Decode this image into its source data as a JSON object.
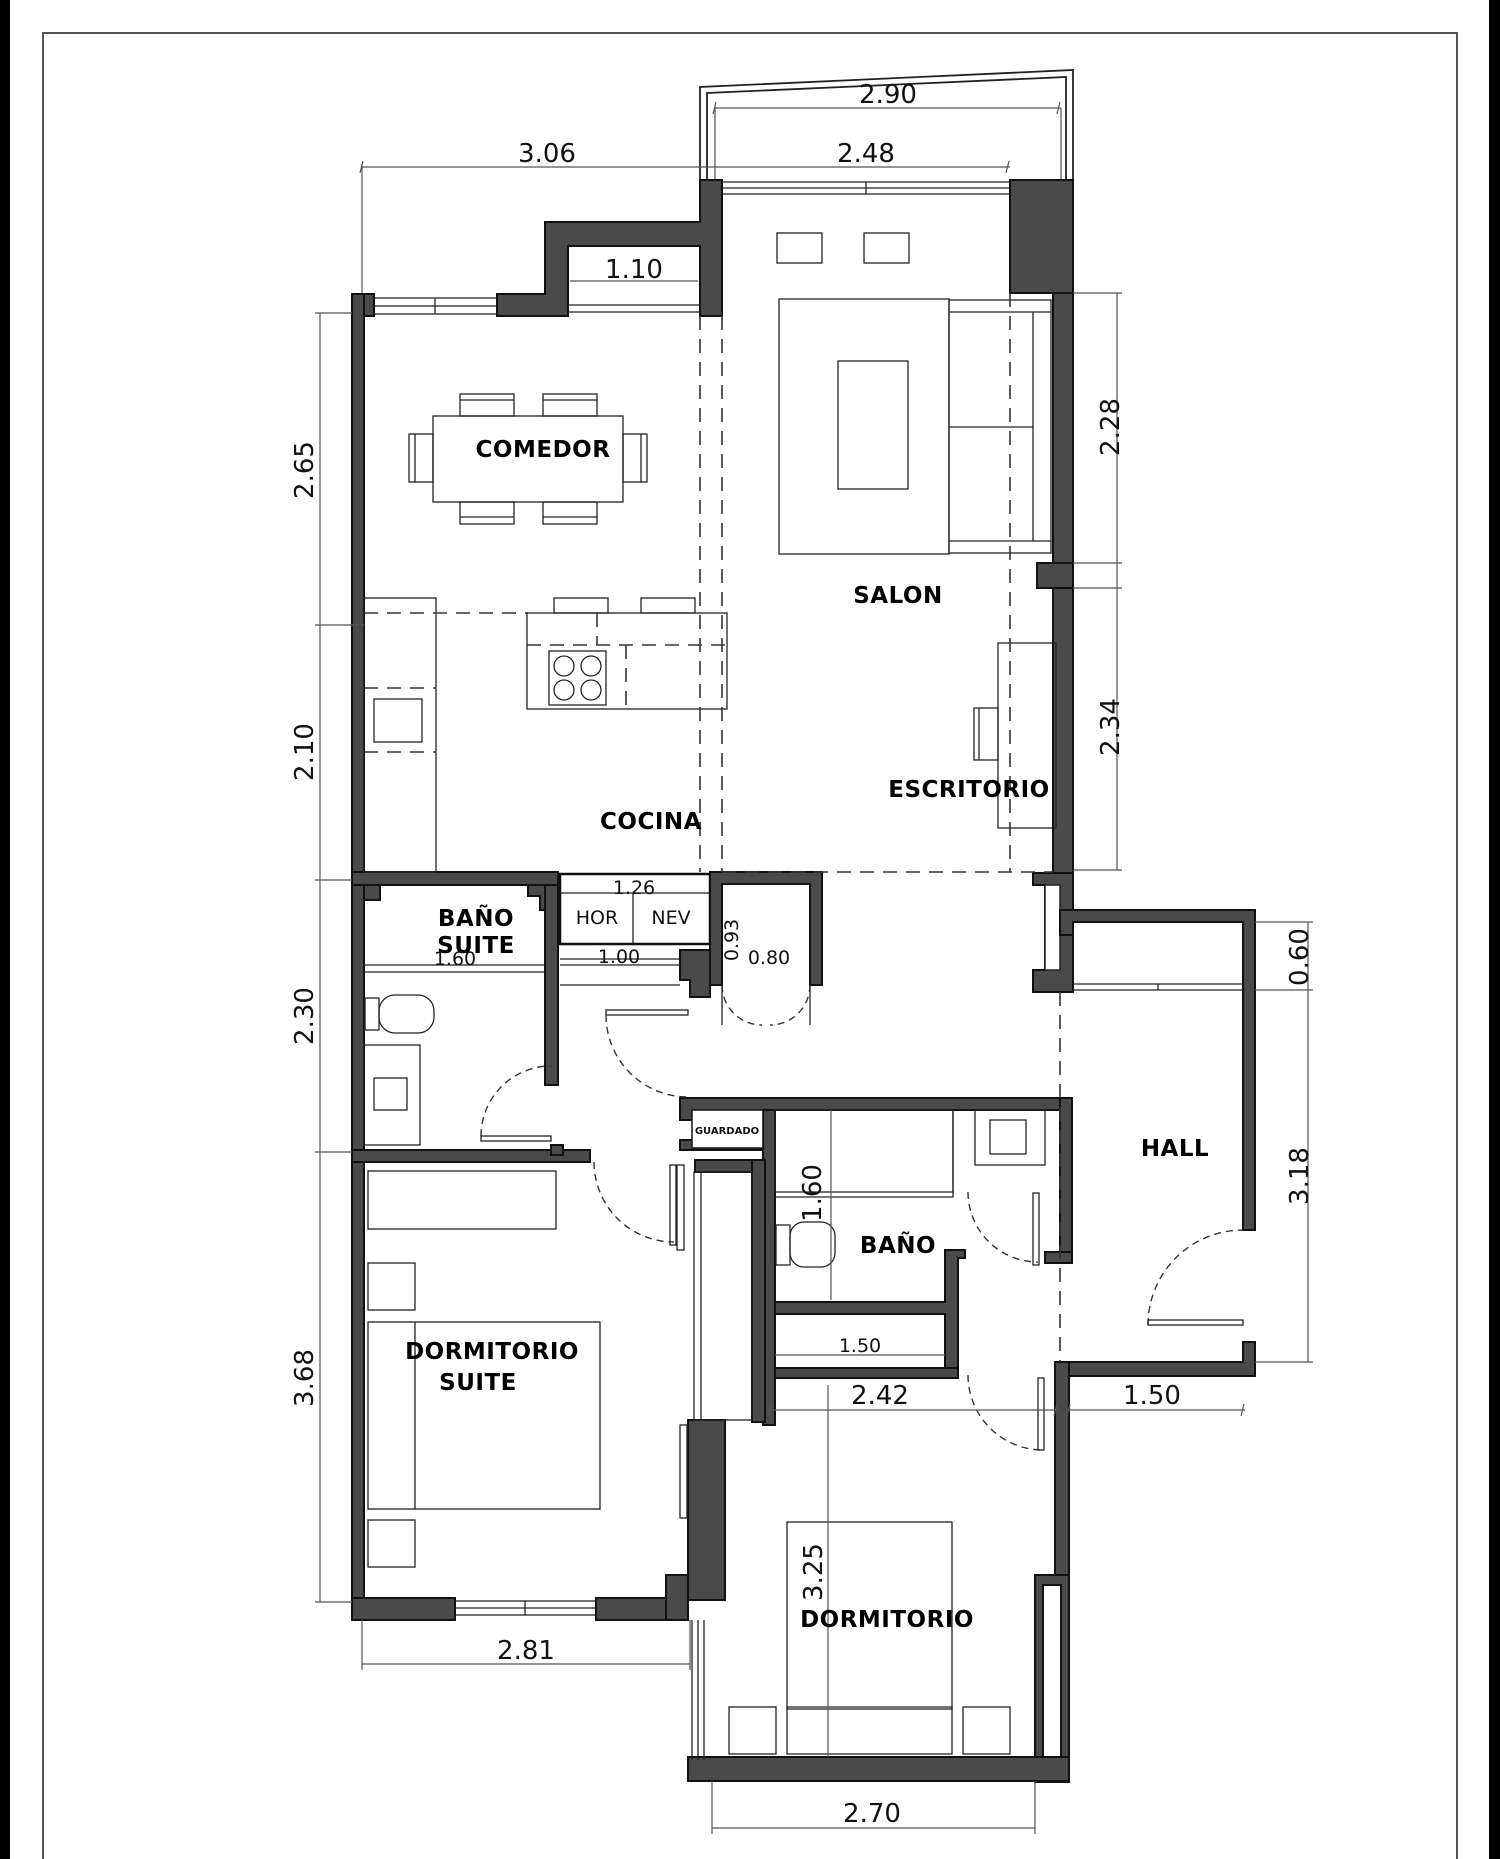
{
  "plan": {
    "rooms": {
      "comedor": "COMEDOR",
      "salon": "SALON",
      "cocina": "COCINA",
      "escritorio": "ESCRITORIO",
      "bano_suite_line1": "BAÑO",
      "bano_suite_line2": "SUITE",
      "hall": "HALL",
      "bano": "BAÑO",
      "dormitorio_suite_line1": "DORMITORIO",
      "dormitorio_suite_line2": "SUITE",
      "dormitorio": "DORMITORIO",
      "guardado": "GUARDADO"
    },
    "appliances": {
      "horno": "HOR",
      "nevera": "NEV"
    },
    "dimensions": {
      "top_left_width": "3.06",
      "top_balcony_outer": "2.90",
      "top_salon_width": "2.48",
      "window_recess": "1.10",
      "left_comedor_height": "2.65",
      "left_cocina_height": "2.10",
      "left_bano_suite_height": "2.30",
      "left_dormitorio_suite_height": "3.68",
      "right_salon_height": "2.28",
      "right_escritorio_height": "2.34",
      "right_hall_top": "0.60",
      "right_hall_height": "3.18",
      "appliance_width": "1.26",
      "bano_suite_width": "1.60",
      "pantry_width": "1.00",
      "closet_depth": "0.93",
      "closet_width": "0.80",
      "bano_depth": "1.60",
      "bano_closet_width": "1.50",
      "dormitorio_width_top": "2.42",
      "hall_width": "1.50",
      "dormitorio_suite_width": "2.81",
      "dormitorio_height": "3.25",
      "dormitorio_width_bottom": "2.70"
    },
    "colors": {
      "wall_fill": "#4a4a4a",
      "line": "#222222",
      "background": "#ffffff"
    }
  }
}
